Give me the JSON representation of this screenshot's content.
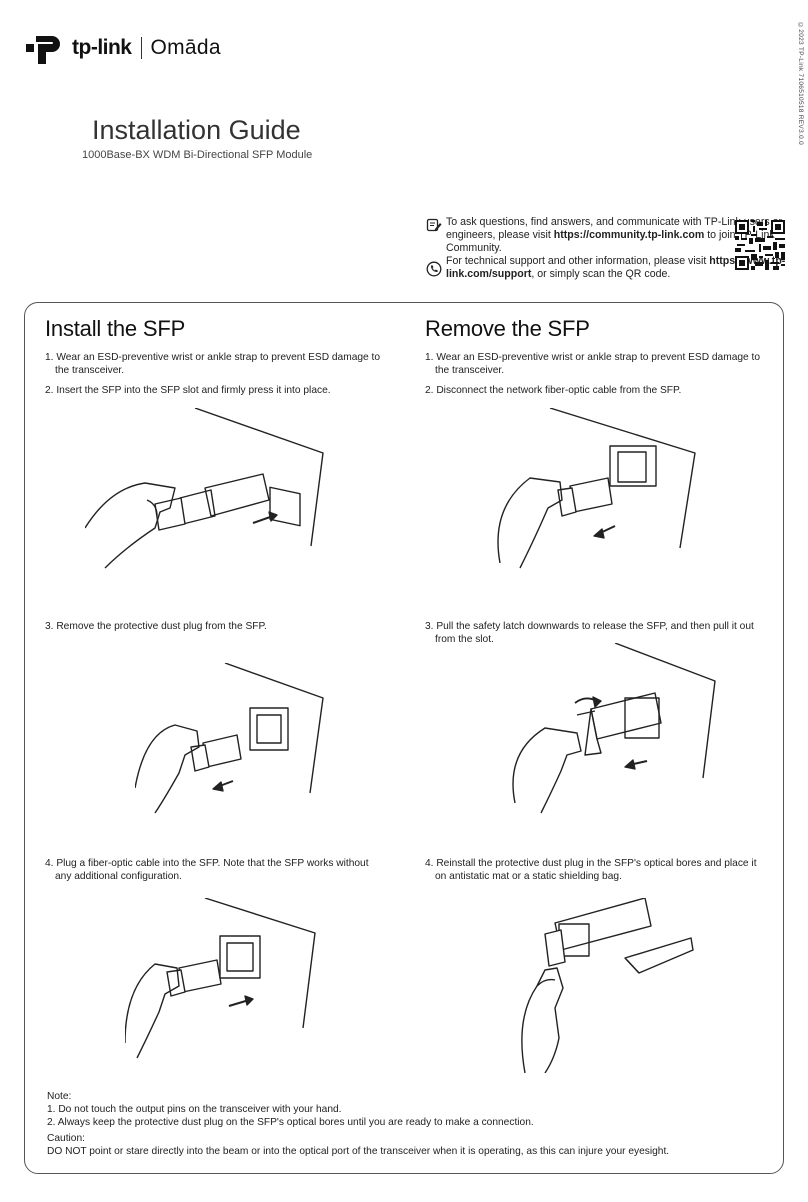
{
  "header": {
    "brand": "tp-link",
    "product_line": "Omāda",
    "doc_code": "©2023 TP-Link   7106510518   REV3.0.0"
  },
  "title": "Installation Guide",
  "subtitle": "1000Base-BX WDM Bi-Directional SFP Module",
  "support": {
    "line1_pre": "To ask questions, find answers, and communicate with TP-Link users or engineers, please visit ",
    "line1_link": "https://community.tp-link.com",
    "line1_post": " to join TP-Link Community.",
    "line2_pre": "For technical support and other information, please visit ",
    "line2_link": "https://www.tp-link.com/support",
    "line2_post": ", or simply scan the QR code."
  },
  "install": {
    "heading": "Install the SFP",
    "steps": [
      "1. Wear an ESD-preventive wrist or ankle strap to prevent ESD damage to the transceiver.",
      "2. Insert the SFP into the SFP slot and firmly press it into place.",
      "3. Remove the protective dust plug from the SFP.",
      "4. Plug a fiber-optic cable into the SFP. Note that the SFP works without any additional configuration."
    ]
  },
  "remove": {
    "heading": "Remove the SFP",
    "steps": [
      "1. Wear an ESD-preventive wrist or ankle strap to prevent ESD damage to the transceiver.",
      "2. Disconnect the network fiber-optic cable from the SFP.",
      "3. Pull the safety latch downwards to release the SFP, and then pull it out from the slot.",
      "4. Reinstall the protective dust plug in the SFP's optical bores and place it on antistatic mat or a static shielding bag."
    ]
  },
  "notes": {
    "note_label": "Note:",
    "note_items": [
      "1. Do not touch the output pins on the transceiver with your hand.",
      "2. Always keep the protective dust plug on the SFP's optical bores until you are ready to make a connection."
    ],
    "caution_label": "Caution:",
    "caution_text": "DO NOT point or stare directly into the beam or into the optical port of the transceiver when it is operating, as this can injure your eyesight."
  }
}
